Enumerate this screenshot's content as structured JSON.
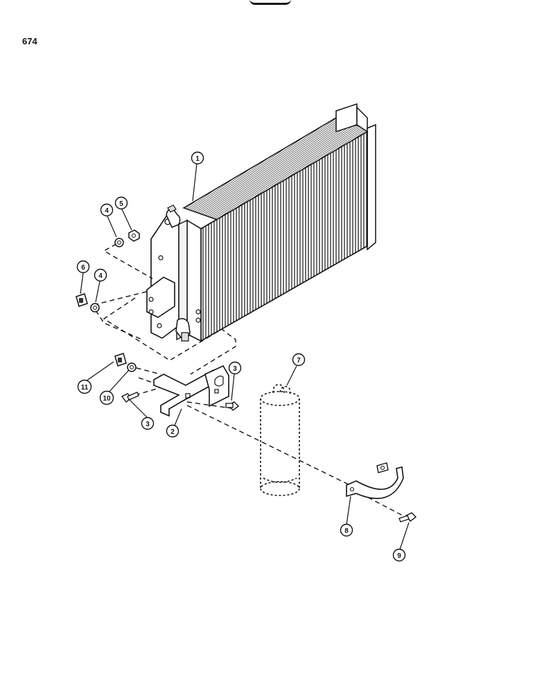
{
  "page_number": "674",
  "callouts": [
    {
      "id": "1",
      "label": "1"
    },
    {
      "id": "2",
      "label": "2"
    },
    {
      "id": "3a",
      "label": "3"
    },
    {
      "id": "3b",
      "label": "3"
    },
    {
      "id": "4a",
      "label": "4"
    },
    {
      "id": "4b",
      "label": "4"
    },
    {
      "id": "5",
      "label": "5"
    },
    {
      "id": "6",
      "label": "6"
    },
    {
      "id": "7",
      "label": "7"
    },
    {
      "id": "8",
      "label": "8"
    },
    {
      "id": "9",
      "label": "9"
    },
    {
      "id": "10",
      "label": "10"
    },
    {
      "id": "11",
      "label": "11"
    }
  ]
}
